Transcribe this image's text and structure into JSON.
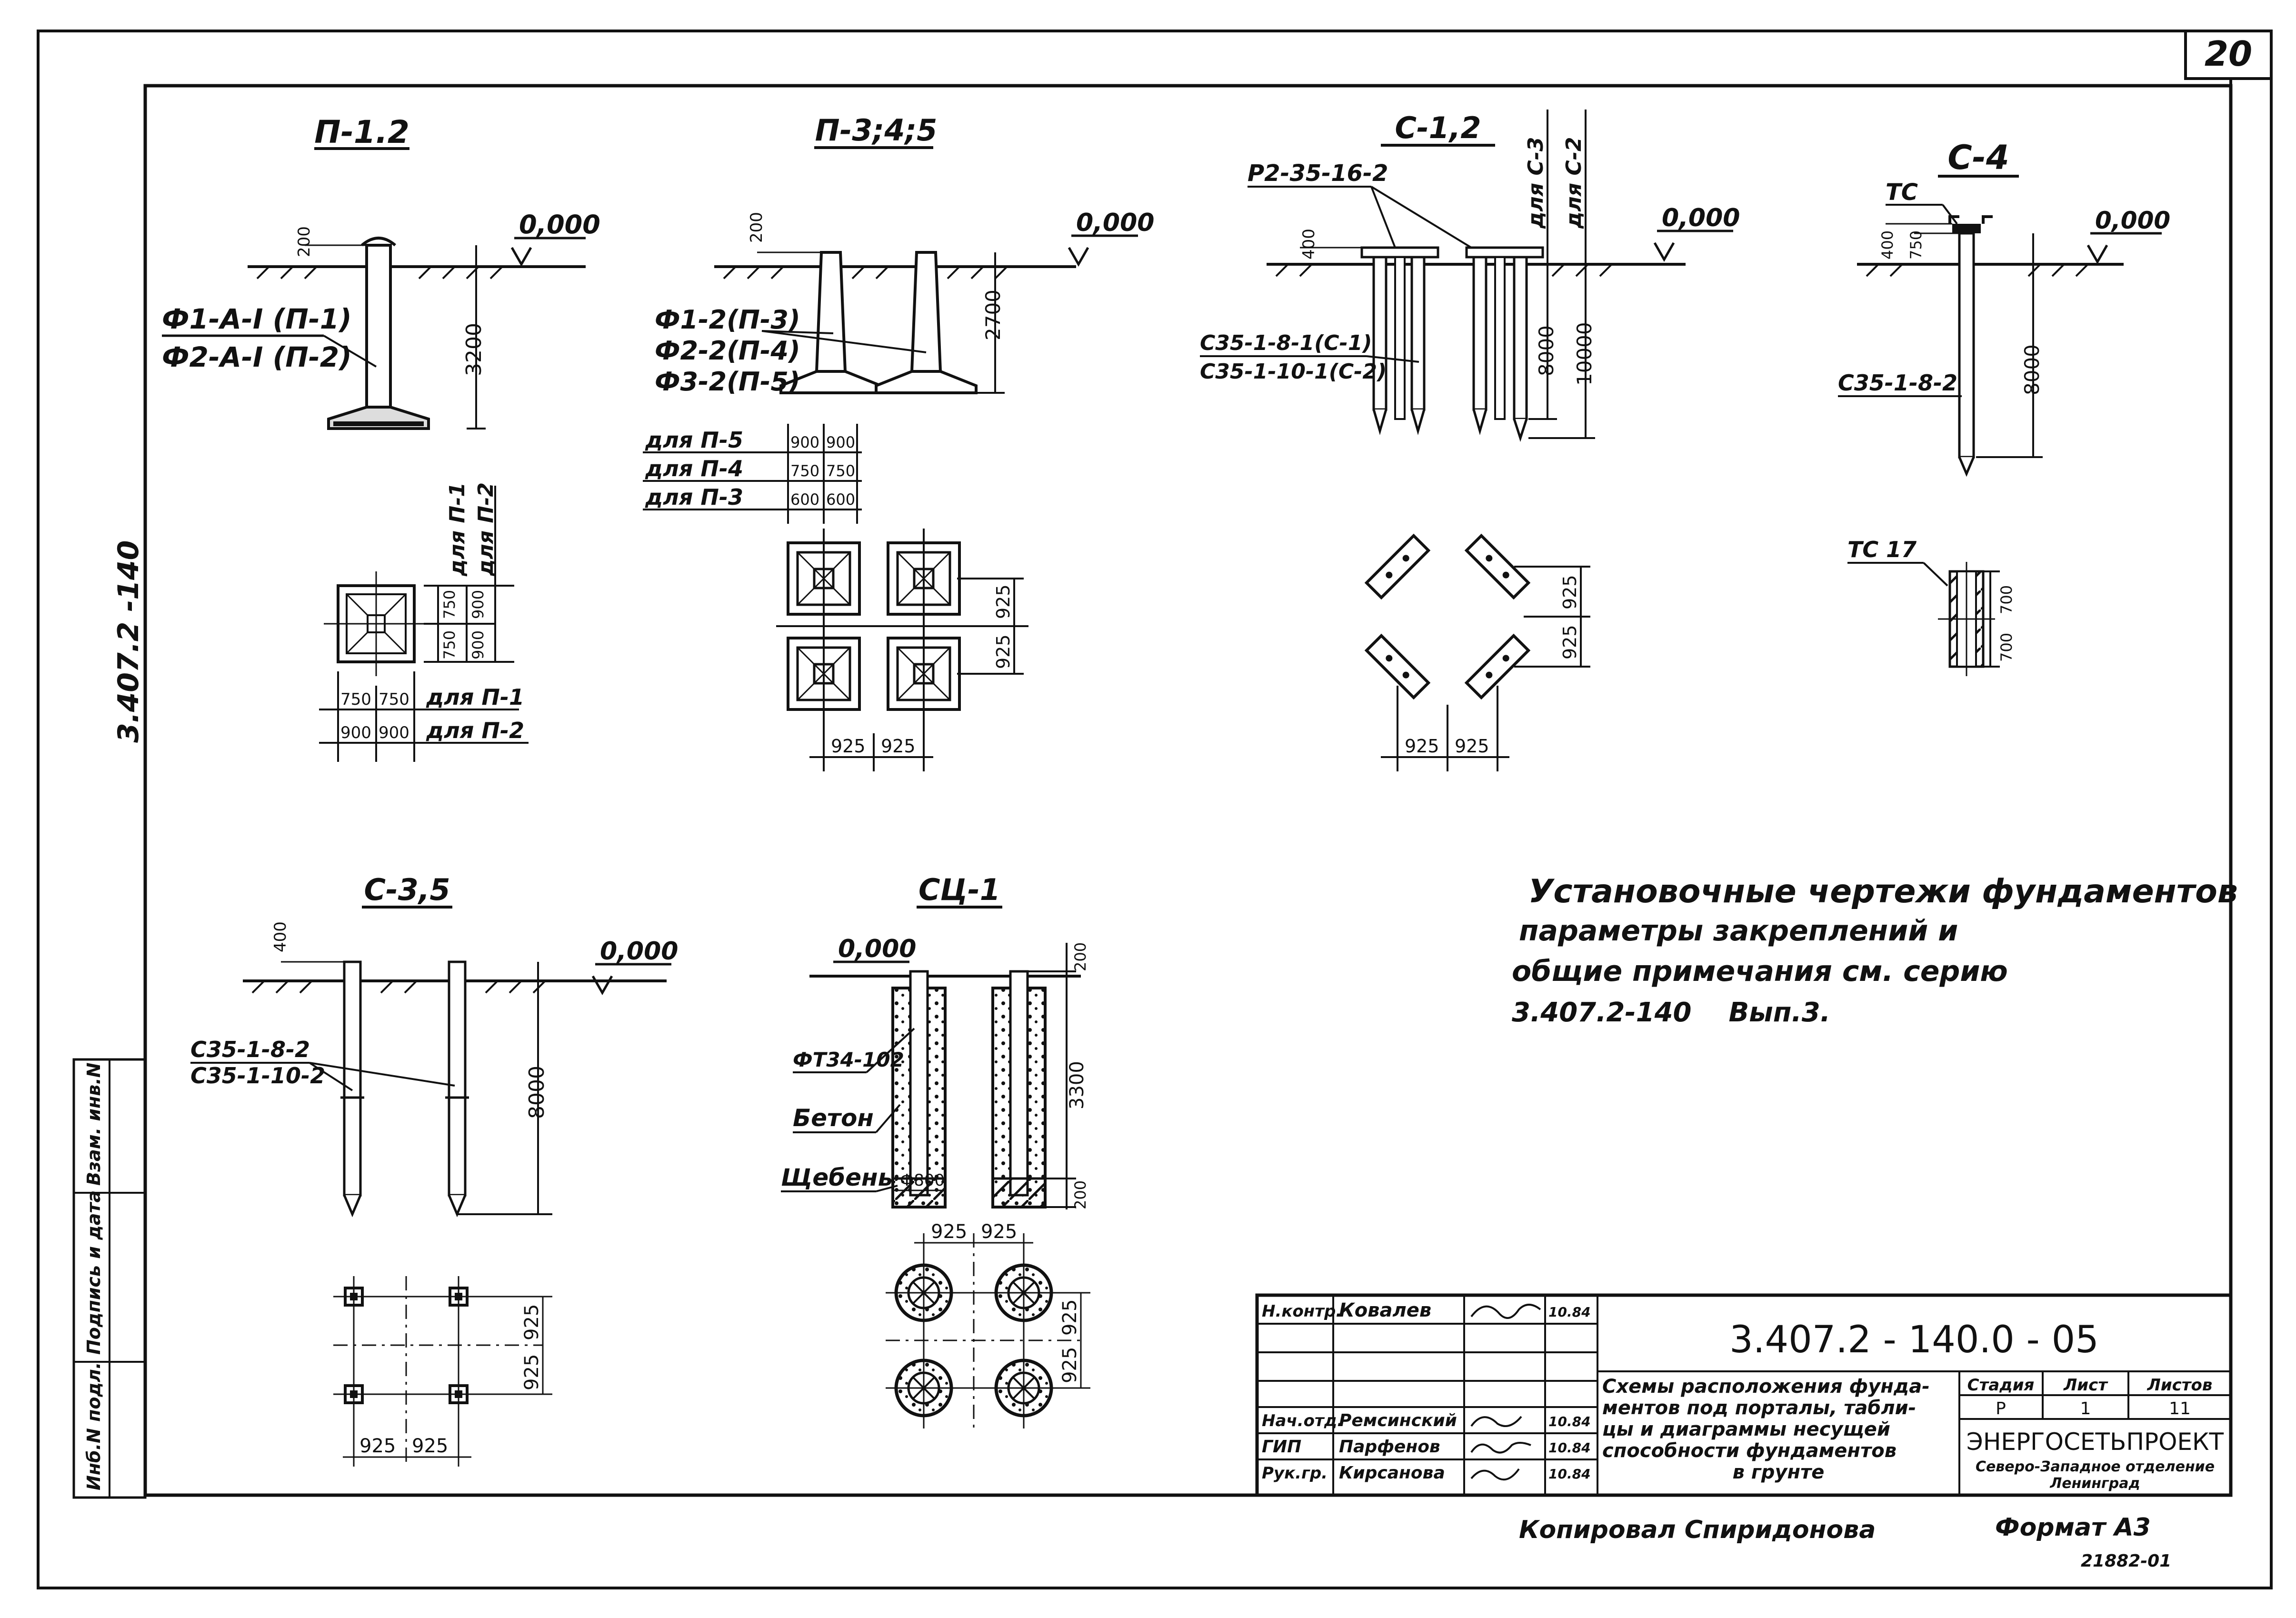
{
  "sheet_number": "20",
  "side_code": "3.407.2 -140",
  "side_stamp": {
    "inv_no": "Инб.N подл.",
    "sign_date": "Подпись и дата",
    "replace_inv": "Взам. инв.N"
  },
  "ground_mark": "0,000",
  "views": {
    "p12": {
      "title": "П-1.2",
      "labels": [
        "Ф1-А-I (П-1)",
        "Ф2-А-I (П-2)"
      ],
      "dim_top": "200",
      "dim_depth": "3200",
      "plan_side_labels": [
        "для П-1",
        "для П-2"
      ],
      "plan_side_dims": [
        "750",
        "750",
        "900",
        "900"
      ],
      "plan_bottom_rows": [
        {
          "dims": [
            "750",
            "750"
          ],
          "label": "для П-1"
        },
        {
          "dims": [
            "900",
            "900"
          ],
          "label": "для П-2"
        }
      ]
    },
    "p345": {
      "title": "П-3;4;5",
      "labels": [
        "Ф1-2(П-3)",
        "Ф2-2(П-4)",
        "Ф3-2(П-5)"
      ],
      "dim_top": "200",
      "dim_depth": "2700",
      "ground_mark": "0,000",
      "table_rows": [
        {
          "label": "для  П-5",
          "dims": [
            "900",
            "900"
          ]
        },
        {
          "label": "для  П-4",
          "dims": [
            "750",
            "750"
          ]
        },
        {
          "label": "для  П-3",
          "dims": [
            "600",
            "600"
          ]
        }
      ],
      "plan_dims_x": [
        "925",
        "925"
      ],
      "plan_dims_y": [
        "925",
        "925"
      ]
    },
    "c12": {
      "title": "С-1,2",
      "label_plate": "Р2-35-16-2",
      "labels": [
        "С35-1-8-1(С-1)",
        "С35-1-10-1(С-2)"
      ],
      "top_labels": [
        "для С-3",
        "для С-2"
      ],
      "dim_top": "400",
      "dim_depths": [
        "8000",
        "10000"
      ],
      "plan_dims_x": [
        "925",
        "925"
      ],
      "plan_dims_y": [
        "925",
        "925"
      ]
    },
    "c4": {
      "title": "С-4",
      "label_top": "ТС",
      "label_pile": "С35-1-8-2",
      "label_plan": "ТС 17",
      "dims_top": [
        "400",
        "750"
      ],
      "dim_depth": "8000",
      "plan_dims": [
        "700",
        "700"
      ]
    },
    "c35": {
      "title": "С-3,5",
      "labels": [
        "С35-1-8-2",
        "С35-1-10-2"
      ],
      "dim_top": "400",
      "dim_depth": "8000",
      "plan_dims_x": [
        "925",
        "925"
      ],
      "plan_dims_y": [
        "925",
        "925"
      ]
    },
    "sc1": {
      "title": "СЦ-1",
      "labels": [
        "ФТ34-102",
        "Бетон",
        "Щебень"
      ],
      "dim_dia": "Ф800",
      "dims_side": [
        "200",
        "3300",
        "200"
      ],
      "plan_dims_x": [
        "925",
        "925"
      ],
      "plan_dims_y": [
        "925",
        "925"
      ]
    }
  },
  "note_lines": [
    "Установочные чертежи фундаментов",
    "параметры закреплений и",
    "общие примечания см. серию",
    "3.407.2-140    Вып.3."
  ],
  "title_block": {
    "doc_code": "3.407.2 - 140.0 - 05",
    "description": [
      "Схемы расположения фунда-",
      "ментов под порталы, табли-",
      "цы и диаграммы несущей",
      "способности фундаментов",
      "в грунте"
    ],
    "rows": [
      {
        "role": "Н.контр.",
        "name": "Ковалев",
        "date": "10.84"
      },
      {
        "role": "Нач.отд.",
        "name": "Ремсинский",
        "date": "10.84"
      },
      {
        "role": "ГИП",
        "name": "Парфенов",
        "date": "10.84"
      },
      {
        "role": "Рук.гр.",
        "name": "Кирсанова",
        "date": "10.84"
      }
    ],
    "stage_header": "Стадия",
    "sheet_header": "Лист",
    "sheets_header": "Листов",
    "stage": "Р",
    "sheet": "1",
    "sheets": "11",
    "org": "ЭНЕРГОСЕТЬПРОЕКТ",
    "org_sub1": "Северо-Западное отделение",
    "org_sub2": "Ленинград"
  },
  "copied_by": "Копировал Спиридонова",
  "format": "Формат А3",
  "archive_no": "21882-01"
}
